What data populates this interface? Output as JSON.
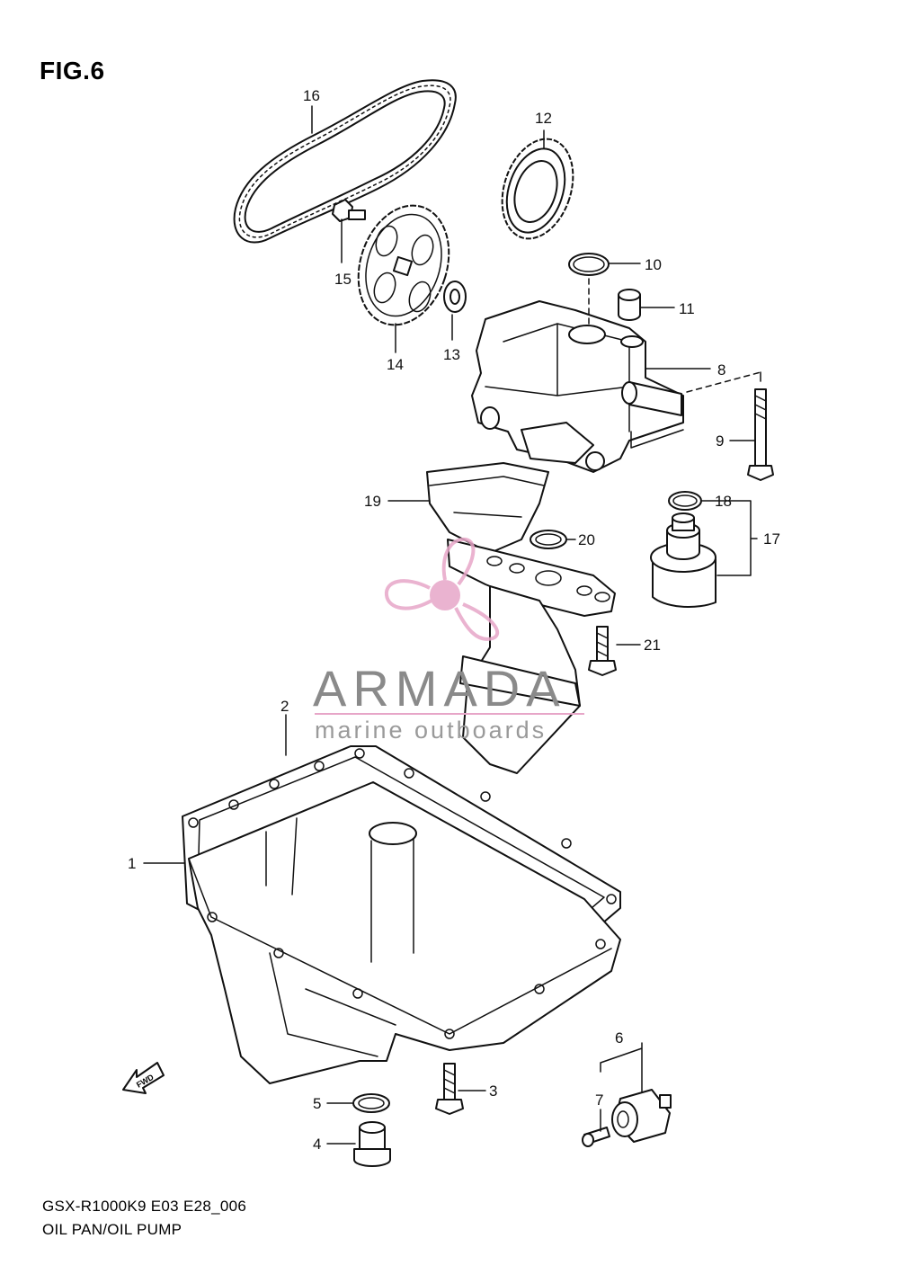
{
  "figure": {
    "title": "FIG.6",
    "code": "GSX-R1000K9 E03 E28_006",
    "name": "OIL PAN/OIL PUMP"
  },
  "watermark": {
    "brand": "ARMADA",
    "subtitle": "marine outboards",
    "accent_color": "#e7a6c8"
  },
  "callouts": {
    "c1": "1",
    "c2": "2",
    "c3": "3",
    "c4": "4",
    "c5": "5",
    "c6": "6",
    "c7": "7",
    "c8": "8",
    "c9": "9",
    "c10": "10",
    "c11": "11",
    "c12": "12",
    "c13": "13",
    "c14": "14",
    "c15": "15",
    "c16": "16",
    "c17": "17",
    "c18": "18",
    "c19": "19",
    "c20": "20",
    "c21": "21"
  },
  "fwd_arrow": {
    "label": "FWD",
    "icon": "forward-arrow-icon"
  }
}
